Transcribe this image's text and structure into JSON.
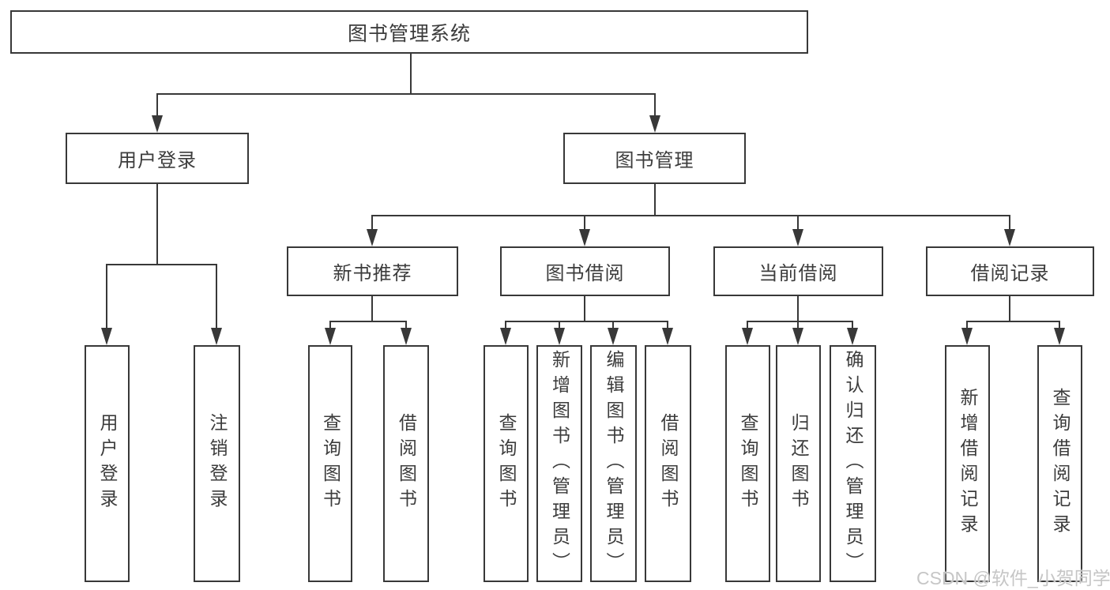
{
  "watermark": "CSDN @软件_小贺同学",
  "colors": {
    "line": "#383838",
    "text": "#3c3c3c",
    "background": "#ffffff",
    "watermark": "#c6c6c6"
  },
  "tree": {
    "label": "图书管理系统",
    "children": [
      {
        "label": "用户登录",
        "children": [
          {
            "label": "用户登录"
          },
          {
            "label": "注销登录"
          }
        ]
      },
      {
        "label": "图书管理",
        "children": [
          {
            "label": "新书推荐",
            "children": [
              {
                "label": "查询图书"
              },
              {
                "label": "借阅图书"
              }
            ]
          },
          {
            "label": "图书借阅",
            "children": [
              {
                "label": "查询图书"
              },
              {
                "label": "新增图书（管理员）"
              },
              {
                "label": "编辑图书（管理员）"
              },
              {
                "label": "借阅图书"
              }
            ]
          },
          {
            "label": "当前借阅",
            "children": [
              {
                "label": "查询图书"
              },
              {
                "label": "归还图书"
              },
              {
                "label": "确认归还（管理员）"
              }
            ]
          },
          {
            "label": "借阅记录",
            "children": [
              {
                "label": "新增借阅记录"
              },
              {
                "label": "查询借阅记录"
              }
            ]
          }
        ]
      }
    ]
  }
}
